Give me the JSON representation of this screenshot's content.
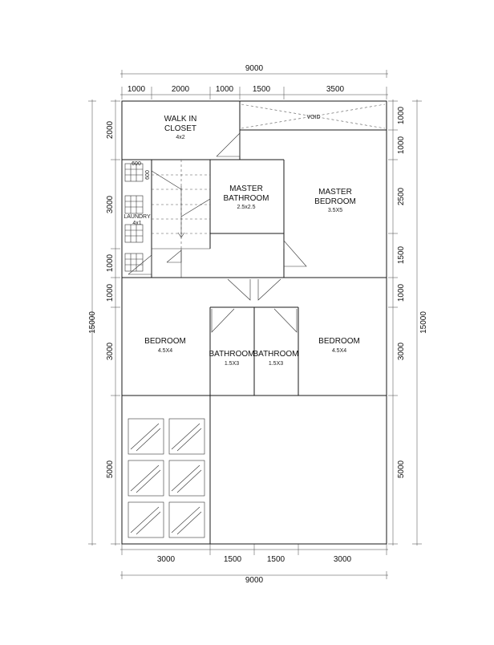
{
  "dimensions": {
    "top_total": "9000",
    "top_segments": [
      "1000",
      "2000",
      "1000",
      "1500",
      "3500"
    ],
    "bottom_segments": [
      "3000",
      "1500",
      "1500",
      "3000"
    ],
    "bottom_total": "9000",
    "left_segments": [
      "2000",
      "3000",
      "1000",
      "1000",
      "3000",
      "5000"
    ],
    "left_total": "15000",
    "right_segments": [
      "1000",
      "1000",
      "2500",
      "1500",
      "1000",
      "3000",
      "5000"
    ],
    "right_total": "15000",
    "stair_width": "600",
    "stair_depth": "600"
  },
  "rooms": {
    "walk_in_closet": {
      "line1": "WALK IN",
      "line2": "CLOSET",
      "size": "4x2"
    },
    "void": {
      "name": "VOID"
    },
    "master_bathroom": {
      "line1": "MASTER",
      "line2": "BATHROOM",
      "size": "2.5x2.5"
    },
    "master_bedroom": {
      "line1": "MASTER",
      "line2": "BEDROOM",
      "size": "3.5X5"
    },
    "laundry": {
      "name": "LAUNDRY",
      "size": "4x1"
    },
    "bedroom_left": {
      "name": "BEDROOM",
      "size": "4.5X4"
    },
    "bathroom_left": {
      "name": "BATHROOM",
      "size": "1.5X3"
    },
    "bathroom_right": {
      "name": "BATHROOM",
      "size": "1.5X3"
    },
    "bedroom_right": {
      "name": "BEDROOM",
      "size": "4.5X4"
    }
  }
}
